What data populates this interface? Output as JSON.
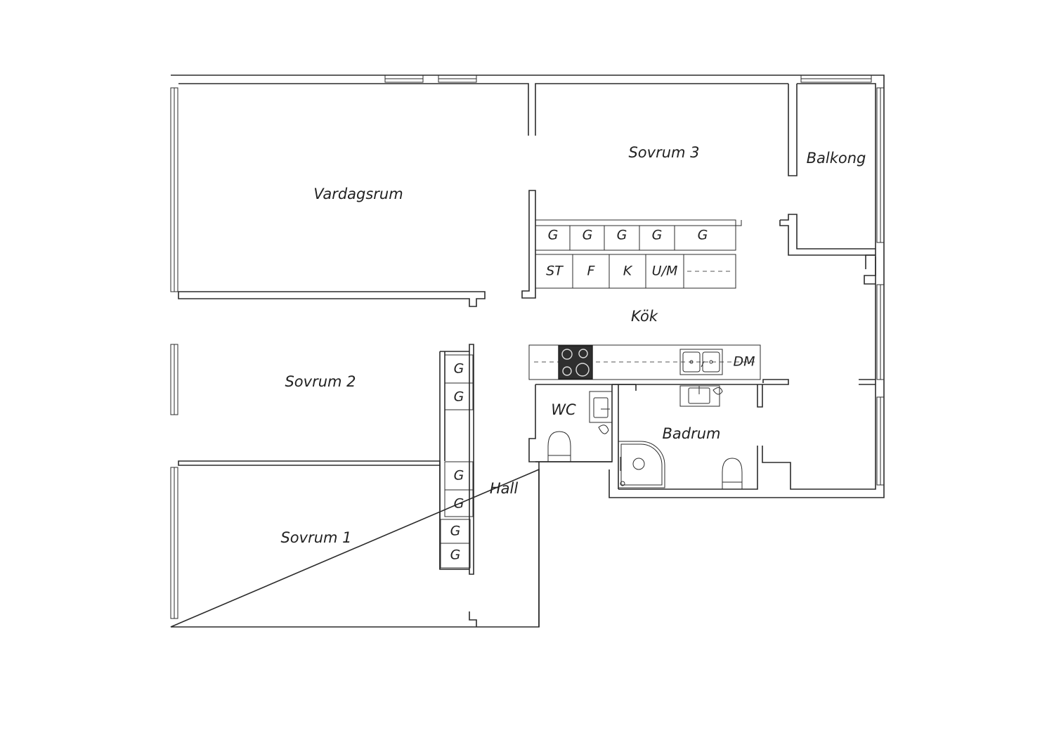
{
  "rooms": {
    "vardagsrum": "Vardagsrum",
    "sovrum3": "Sovrum 3",
    "balkong": "Balkong",
    "kok": "Kök",
    "sovrum2": "Sovrum 2",
    "sovrum1": "Sovrum 1",
    "hall": "Hall",
    "wc": "WC",
    "badrum": "Badrum"
  },
  "cabinets": {
    "kitchen_upper": [
      "G",
      "G",
      "G",
      "G",
      "G"
    ],
    "kitchen_lower": [
      "ST",
      "F",
      "K",
      "U/M"
    ],
    "hall_upper": [
      "G",
      "G"
    ],
    "hall_lower": [
      "G",
      "G",
      "G",
      "G"
    ],
    "dishwasher": "DM"
  },
  "colors": {
    "line": "#2b2b2b",
    "background": "#ffffff",
    "hob": "#2f2f2f"
  }
}
